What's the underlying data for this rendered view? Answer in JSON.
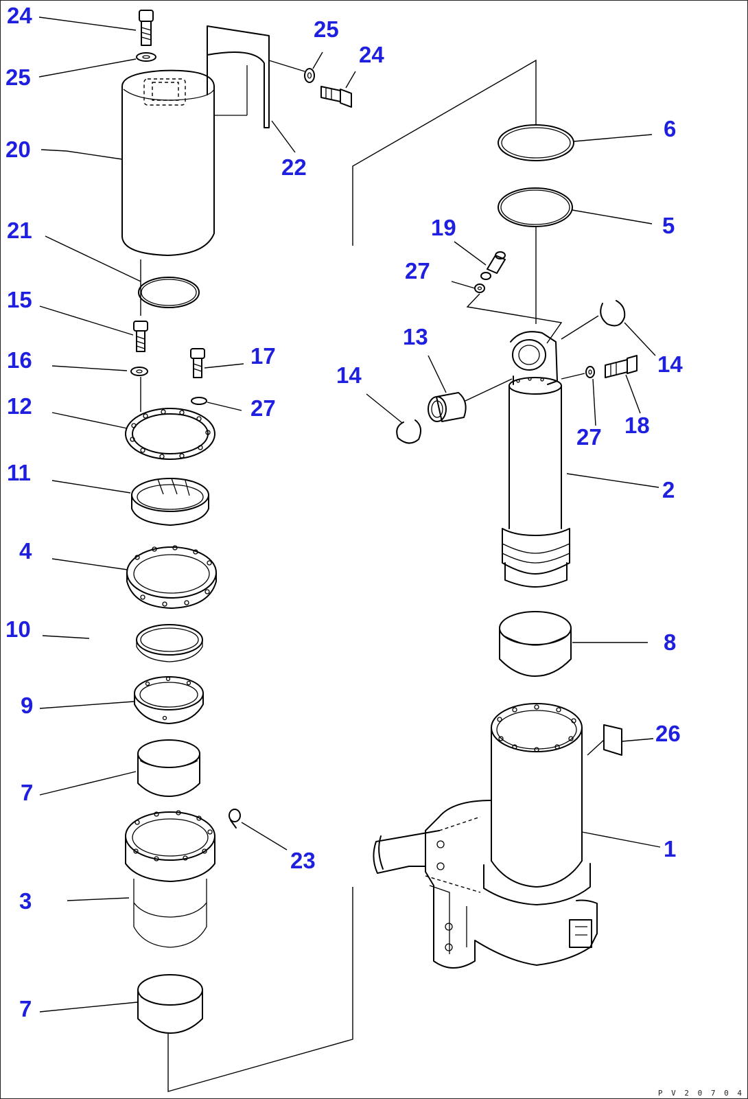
{
  "diagram": {
    "callouts": [
      {
        "id": "c24a",
        "text": "24"
      },
      {
        "id": "c25a",
        "text": "25"
      },
      {
        "id": "c20",
        "text": "20"
      },
      {
        "id": "c21",
        "text": "21"
      },
      {
        "id": "c15",
        "text": "15"
      },
      {
        "id": "c16",
        "text": "16"
      },
      {
        "id": "c12",
        "text": "12"
      },
      {
        "id": "c11",
        "text": "11"
      },
      {
        "id": "c4",
        "text": "4"
      },
      {
        "id": "c10",
        "text": "10"
      },
      {
        "id": "c9",
        "text": "9"
      },
      {
        "id": "c7a",
        "text": "7"
      },
      {
        "id": "c3",
        "text": "3"
      },
      {
        "id": "c7b",
        "text": "7"
      },
      {
        "id": "c25b",
        "text": "25"
      },
      {
        "id": "c24b",
        "text": "24"
      },
      {
        "id": "c22",
        "text": "22"
      },
      {
        "id": "c17",
        "text": "17"
      },
      {
        "id": "c27a",
        "text": "27"
      },
      {
        "id": "c23",
        "text": "23"
      },
      {
        "id": "c6",
        "text": "6"
      },
      {
        "id": "c5",
        "text": "5"
      },
      {
        "id": "c19",
        "text": "19"
      },
      {
        "id": "c27b",
        "text": "27"
      },
      {
        "id": "c13",
        "text": "13"
      },
      {
        "id": "c14a",
        "text": "14"
      },
      {
        "id": "c14b",
        "text": "14"
      },
      {
        "id": "c18",
        "text": "18"
      },
      {
        "id": "c27c",
        "text": "27"
      },
      {
        "id": "c2",
        "text": "2"
      },
      {
        "id": "c8",
        "text": "8"
      },
      {
        "id": "c26",
        "text": "26"
      },
      {
        "id": "c1",
        "text": "1"
      }
    ],
    "drawing_code": "P V 2 0 7 0 4",
    "label_color": "#1f1fe0",
    "line_color": "#000000"
  }
}
